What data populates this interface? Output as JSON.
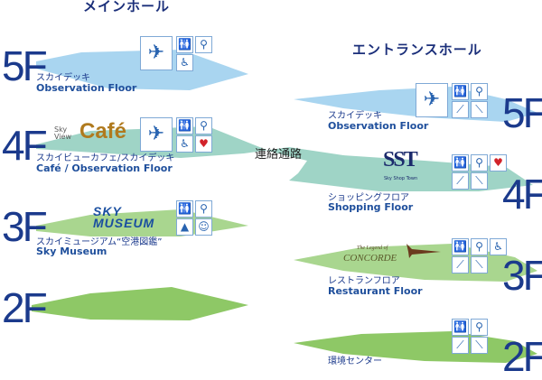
{
  "halls": {
    "main": "メインホール",
    "entrance": "エントランスホール"
  },
  "connector": "連絡通路",
  "colors": {
    "floor5": "#a9d5f0",
    "floor4": "#9fd4c6",
    "floor3": "#a9d68f",
    "floor2": "#8ec866",
    "text": "#1b3a8c"
  },
  "main_hall": {
    "f5": {
      "floor": "5F",
      "jp": "スカイデッキ",
      "en": "Observation Floor",
      "icons": [
        "observation-icon",
        "restroom-icon",
        "baby-room-icon",
        "wheelchair-icon"
      ]
    },
    "f4": {
      "floor": "4F",
      "jp": "スカイビューカフェ/スカイデッキ",
      "en": "Café / Observation Floor",
      "logo": {
        "small": "Sky View",
        "main": "Café"
      },
      "icons": [
        "observation-icon",
        "restroom-icon",
        "baby-room-icon",
        "wheelchair-icon",
        "aed-icon"
      ]
    },
    "f3": {
      "floor": "3F",
      "jp": "スカイミュージアム“空港図鑑”",
      "en": "Sky Museum",
      "logo": {
        "line1": "SKY",
        "line2": "MUSEUM"
      },
      "icons": [
        "restroom-icon",
        "baby-room-icon",
        "prayer-icon",
        "child-icon"
      ]
    },
    "f2": {
      "floor": "2F"
    }
  },
  "entrance_hall": {
    "f5": {
      "floor": "5F",
      "jp": "スカイデッキ",
      "en": "Observation Floor",
      "icons": [
        "observation-icon",
        "restroom-icon",
        "baby-room-icon",
        "escalator-up-icon",
        "escalator-down-icon"
      ]
    },
    "f4": {
      "floor": "4F",
      "jp": "ショッピングフロア",
      "en": "Shopping Floor",
      "logo": {
        "main": "SST",
        "sub": "Sky Shop Town"
      },
      "icons": [
        "restroom-icon",
        "baby-room-icon",
        "aed-icon",
        "escalator-up-icon",
        "escalator-down-icon"
      ]
    },
    "f3": {
      "floor": "3F",
      "jp": "レストランフロア",
      "en": "Restaurant Floor",
      "logo": {
        "sub": "The Legend of",
        "main": "CONCORDE"
      },
      "icons": [
        "restroom-icon",
        "baby-room-icon",
        "wheelchair-icon",
        "escalator-up-icon",
        "escalator-down-icon"
      ]
    },
    "f2": {
      "floor": "2F",
      "jp": "環境センター",
      "icons": [
        "restroom-icon",
        "baby-room-icon",
        "escalator-up-icon",
        "escalator-down-icon"
      ]
    }
  }
}
